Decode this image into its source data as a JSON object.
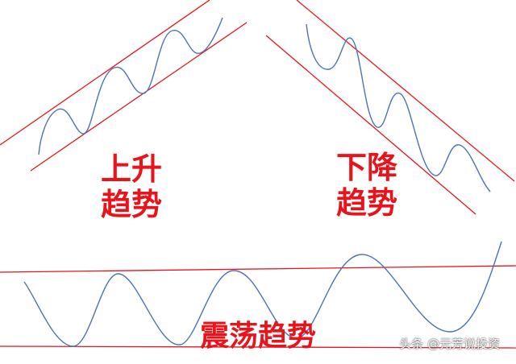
{
  "labels": {
    "uptrend_line1": "上升",
    "uptrend_line2": "趋势",
    "downtrend_line1": "下降",
    "downtrend_line2": "趋势",
    "range": "震荡趋势"
  },
  "watermark": "头条 @元芳说投资",
  "colors": {
    "channel_line": "#e8141b",
    "wave": "#4a73b5",
    "label": "#e8141b"
  }
}
